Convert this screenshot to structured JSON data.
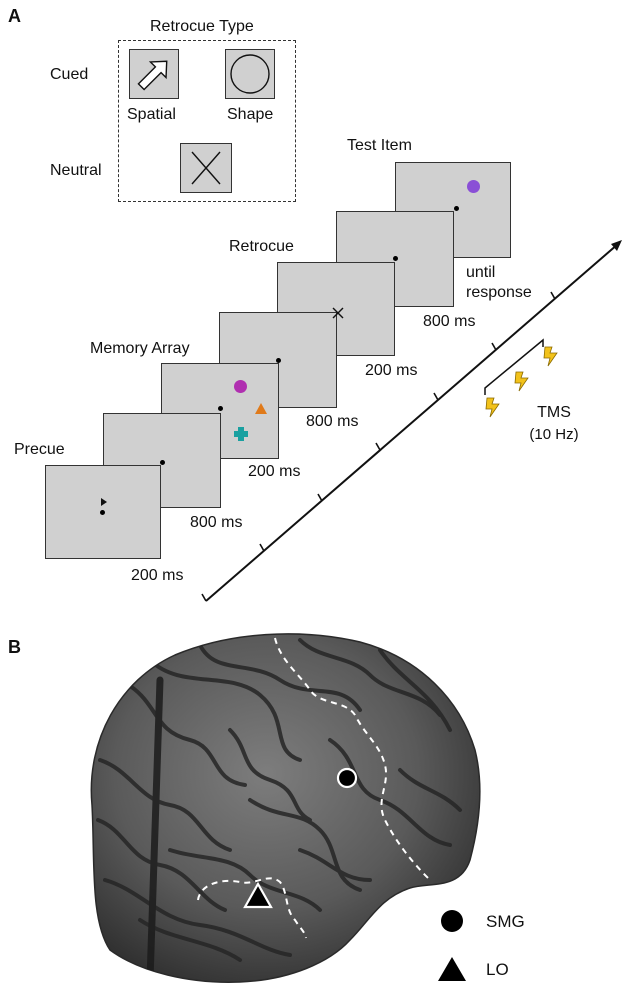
{
  "panel_a": {
    "label": "A",
    "retrocue_type_title": "Retrocue Type",
    "cued_label": "Cued",
    "neutral_label": "Neutral",
    "spatial_label": "Spatial",
    "shape_label": "Shape",
    "screens": {
      "precue": "Precue",
      "memory_array": "Memory Array",
      "retrocue": "Retrocue",
      "test_item": "Test Item"
    },
    "durations": {
      "precue": "200 ms",
      "d2": "800 ms",
      "memory_array": "200 ms",
      "d4": "800 ms",
      "retrocue": "200 ms",
      "d6": "800 ms",
      "test_line1": "until",
      "test_line2": "response"
    },
    "tms_label": "TMS",
    "tms_freq": "(10 Hz)",
    "colors": {
      "circle": "#b02fb0",
      "triangle": "#e07a1a",
      "cross": "#1aa0a0",
      "test_dot": "#8a4fd6",
      "lightning": "#f2c21b"
    }
  },
  "panel_b": {
    "label": "B",
    "legend": {
      "smg": "SMG",
      "lo": "LO"
    }
  }
}
